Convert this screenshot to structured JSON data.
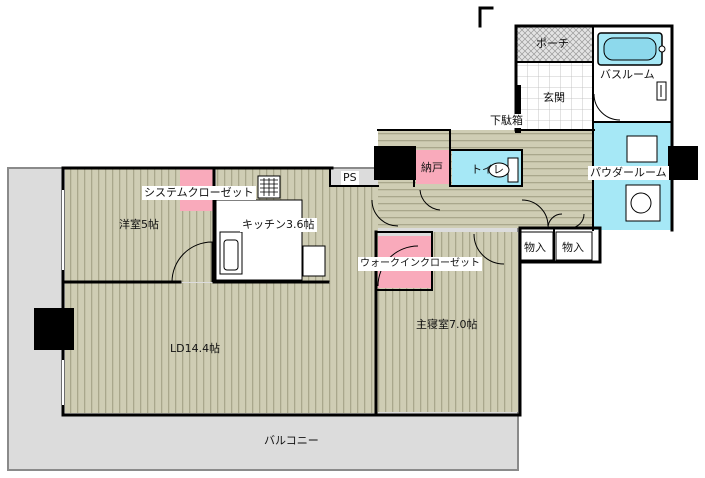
{
  "rooms": {
    "porch": "ポーチ",
    "bathroom": "バスルーム",
    "entrance": "玄関",
    "shoe_cabinet": "下駄箱",
    "storage_closet": "納戸",
    "toilet": "トイレ",
    "ps": "PS",
    "powder_room": "パウダールーム",
    "system_closet": "システムクローゼット",
    "western_room": "洋室5帖",
    "kitchen": "キッチン3.6帖",
    "storage_1": "物入",
    "storage_2": "物入",
    "walk_in_closet": "ウォークインクローゼット",
    "master_bedroom": "主寝室7.0帖",
    "living_dining": "LD14.4帖",
    "balcony": "バルコニー"
  },
  "colors": {
    "floor_wood": "#cfcdb4",
    "wood_stripe": "#a9a78c",
    "tile": "#ffffff",
    "tile_grid": "#b9b9b9",
    "bath_blue": "#a6e8f6",
    "closet_pink": "#f9aabb",
    "wall": "#000000",
    "balcony": "#dcdcdc",
    "balcony_edge": "#8a8a8a"
  },
  "icons": [
    "bathtub-icon",
    "toilet-icon",
    "sink-icon",
    "stove-icon",
    "door-swing-icon"
  ]
}
